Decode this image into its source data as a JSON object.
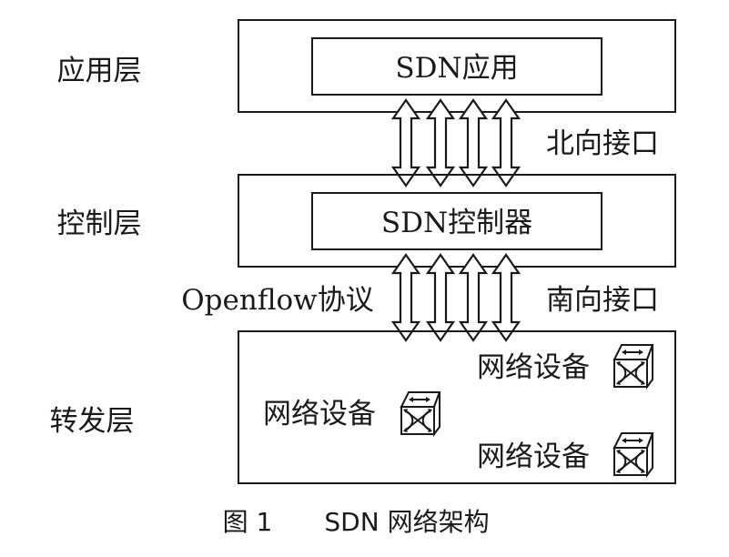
{
  "colors": {
    "ink": "#1a1a1a",
    "background": "#ffffff"
  },
  "layers": {
    "application": {
      "label": "应用层",
      "box": "SDN应用"
    },
    "control": {
      "label": "控制层",
      "box": "SDN控制器"
    },
    "forwarding": {
      "label": "转发层"
    }
  },
  "interfaces": {
    "northbound": "北向接口",
    "southbound": "南向接口",
    "protocol": "Openflow协议"
  },
  "devices": {
    "left": {
      "label": "网络设备",
      "icon": "network-switch-icon"
    },
    "top_right": {
      "label": "网络设备",
      "icon": "network-switch-icon"
    },
    "bottom_right": {
      "label": "网络设备",
      "icon": "network-switch-icon"
    }
  },
  "arrows": {
    "icon": "double-vertical-arrow-icon"
  },
  "caption": {
    "figure": "图 1",
    "title": "SDN 网络架构"
  }
}
